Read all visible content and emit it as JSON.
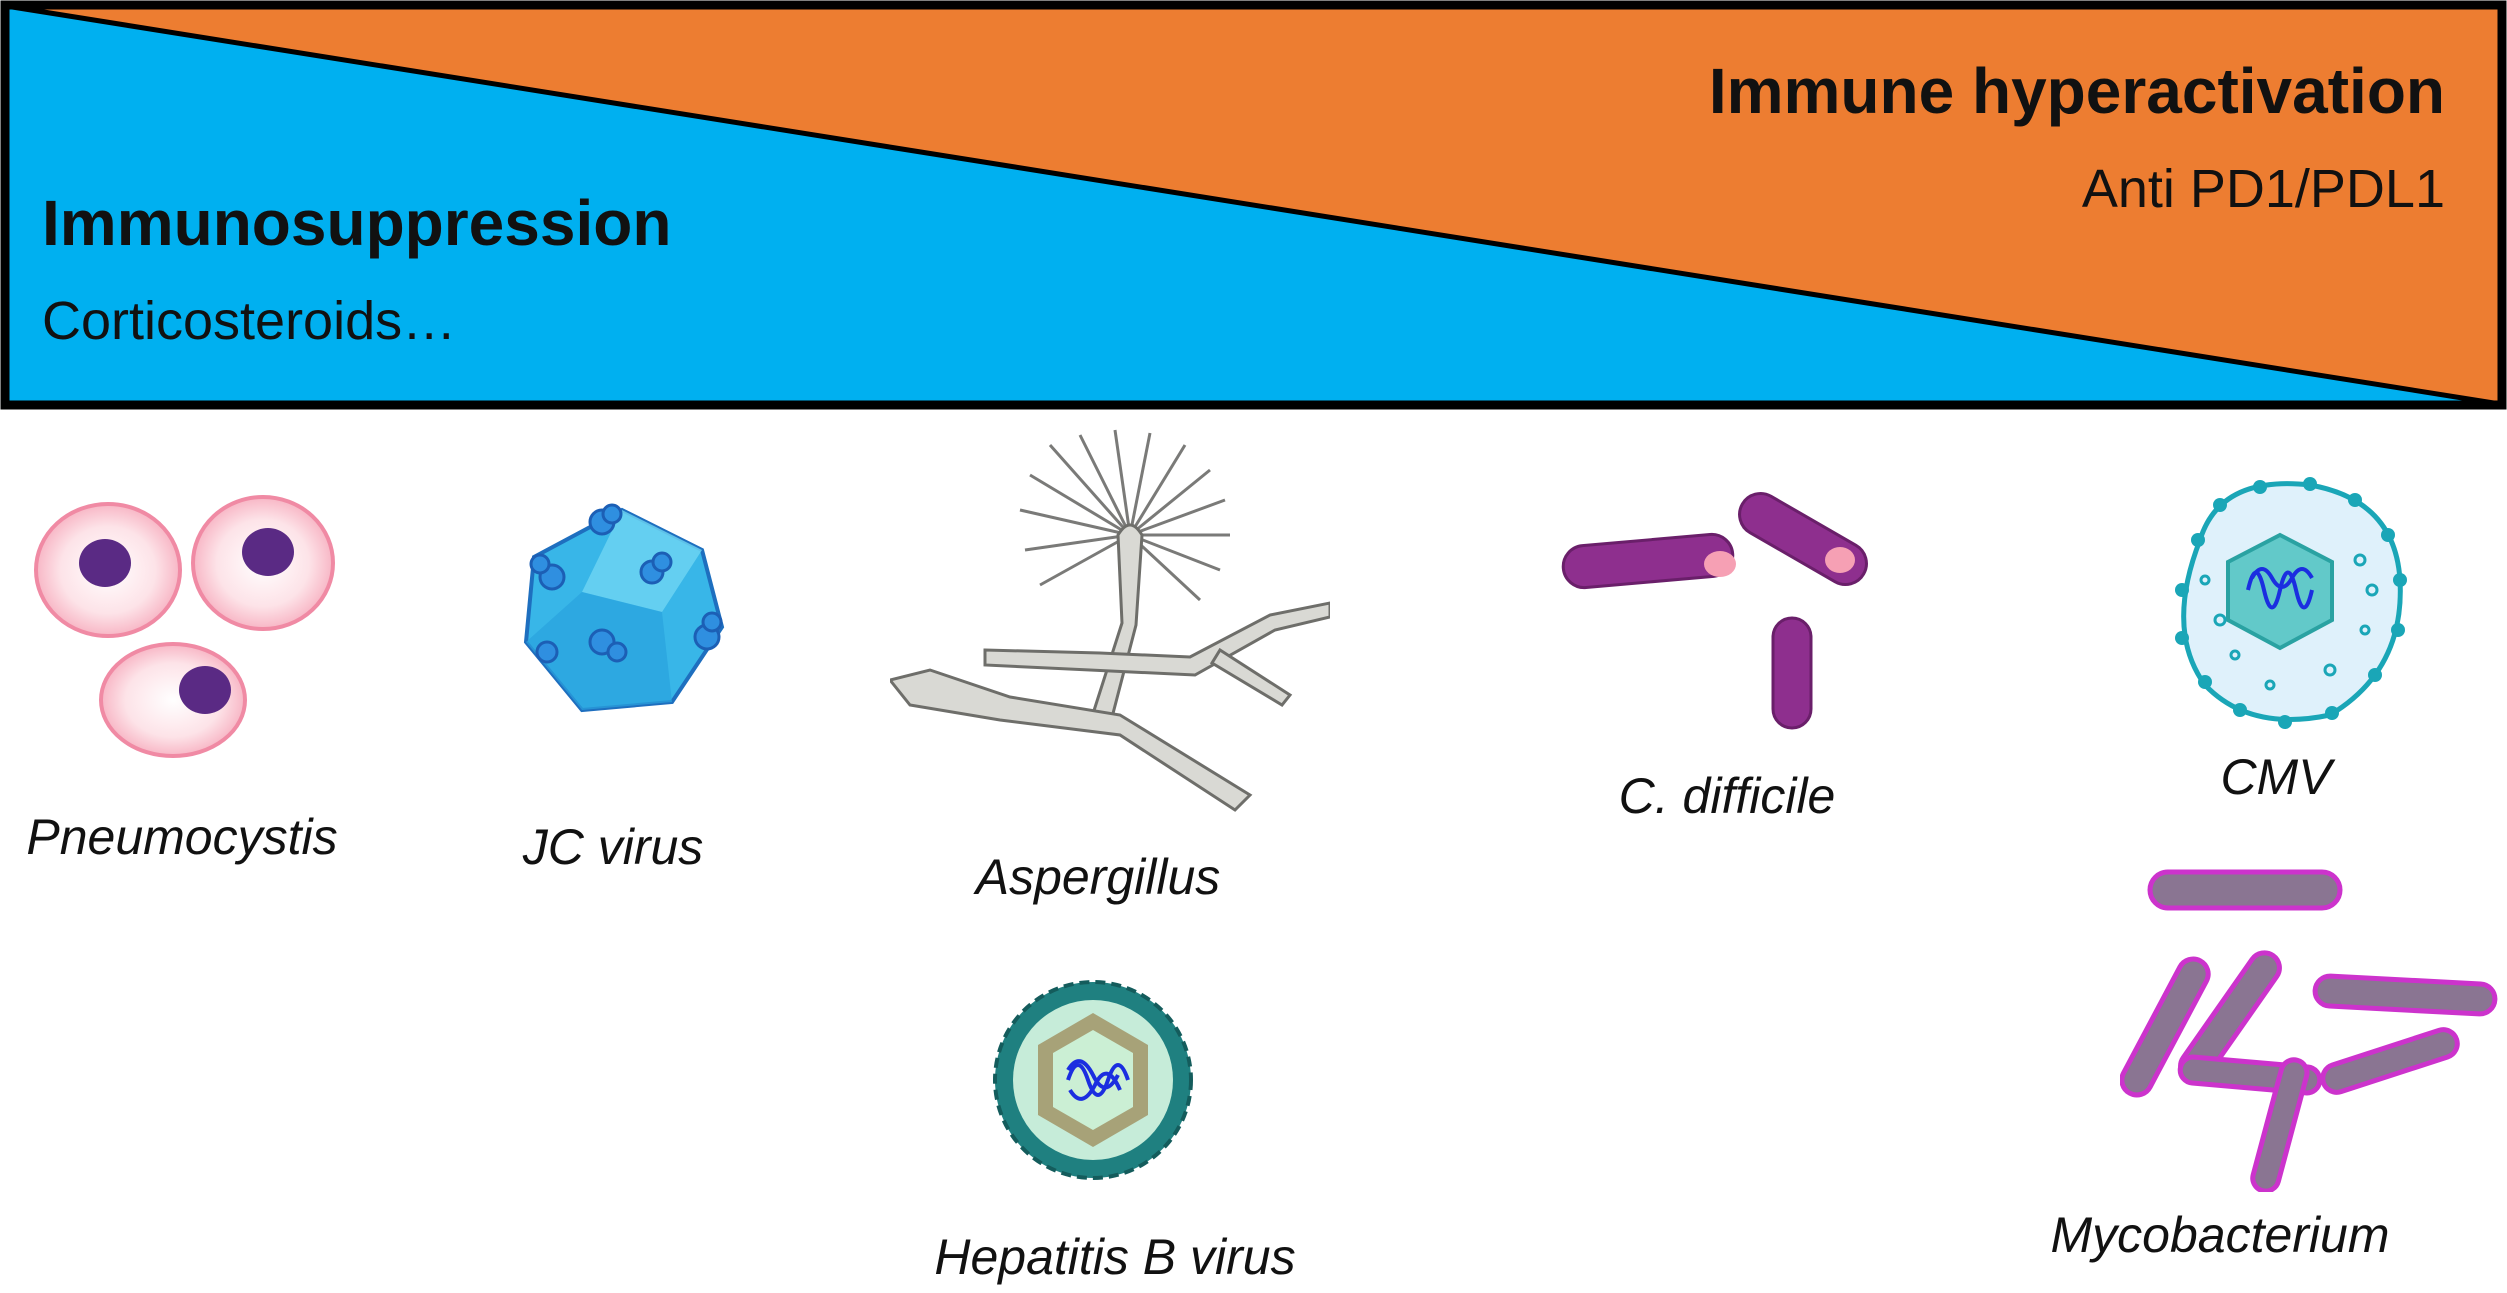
{
  "banner": {
    "left_title": "Immunosuppression",
    "left_subtitle": "Corticosteroids…",
    "right_title": "Immune hyperactivation",
    "right_subtitle": "Anti PD1/PDL1",
    "colors": {
      "left": "#00b0f0",
      "right": "#ed7d31",
      "border": "#000000"
    }
  },
  "pathogens": [
    {
      "label": "Pneumocystis",
      "icon": "pneumocystis-cells-icon"
    },
    {
      "label": "JC virus",
      "icon": "jc-virus-icon"
    },
    {
      "label": "Aspergillus",
      "icon": "aspergillus-icon"
    },
    {
      "label": "Hepatitis B virus",
      "icon": "hepatitis-b-virus-icon"
    },
    {
      "label": "C. difficile",
      "icon": "c-difficile-bacteria-icon"
    },
    {
      "label": "CMV",
      "icon": "cmv-icon"
    },
    {
      "label": "Mycobacterium",
      "icon": "mycobacterium-icon"
    }
  ]
}
